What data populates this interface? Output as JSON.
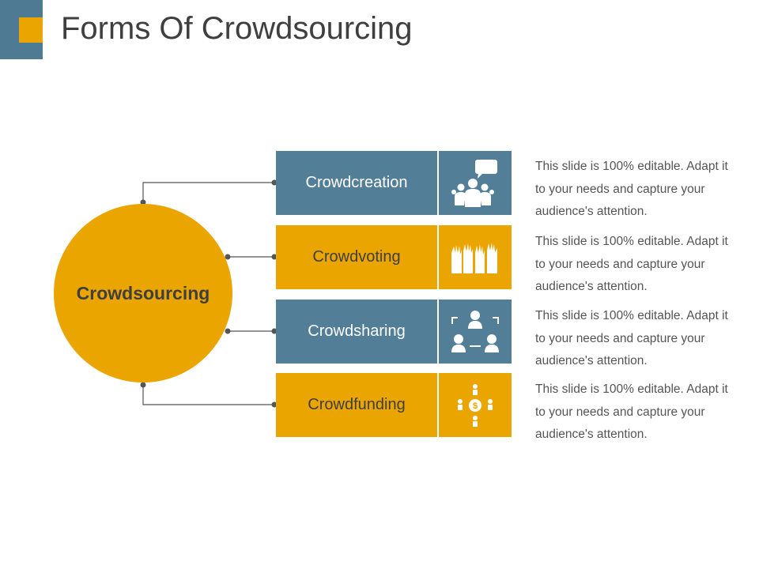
{
  "page": {
    "title": "Forms Of Crowdsourcing"
  },
  "hub": {
    "label": "Crowdsourcing"
  },
  "colors": {
    "blue": "#527f97",
    "orange": "#eaa500",
    "text": "#3f3f3f"
  },
  "items": [
    {
      "label": "Crowdcreation",
      "icon": "people-speech-bubble-icon",
      "description": "This slide is 100% editable. Adapt it to your needs and capture your audience's attention."
    },
    {
      "label": "Crowdvoting",
      "icon": "raised-hands-icon",
      "description": "This slide is 100% editable. Adapt it to your needs and capture your audience's attention."
    },
    {
      "label": "Crowdsharing",
      "icon": "people-sharing-icon",
      "description": "This slide is 100% editable. Adapt it to your needs and capture your audience's attention."
    },
    {
      "label": "Crowdfunding",
      "icon": "money-network-icon",
      "description": "This slide is 100% editable. Adapt it to your needs and capture your audience's attention."
    }
  ]
}
